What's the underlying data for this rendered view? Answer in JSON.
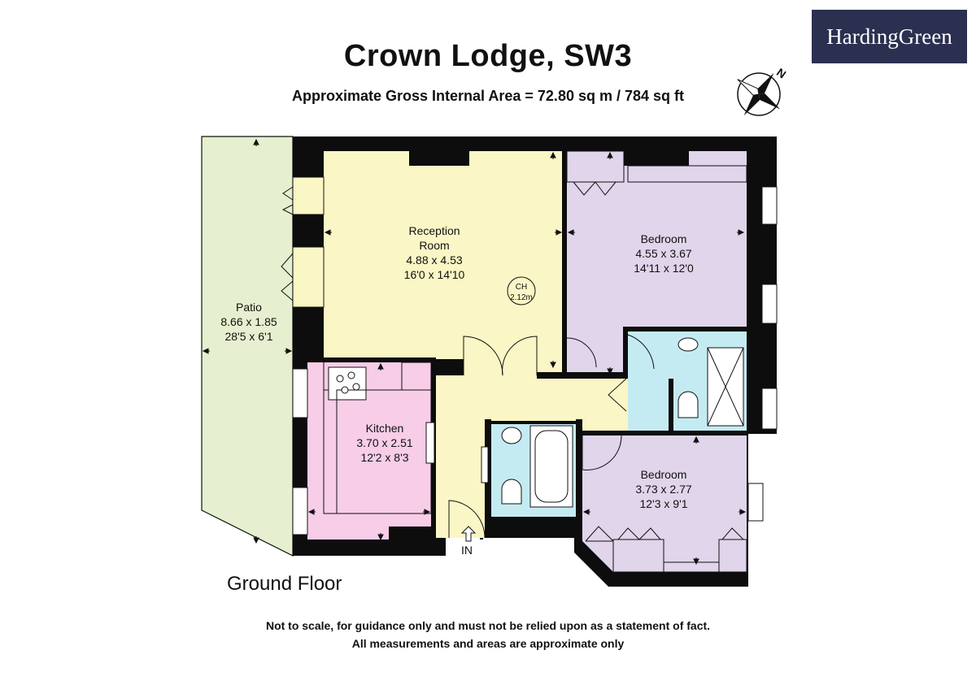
{
  "title": "Crown Lodge, SW3",
  "subtitle": "Approximate Gross Internal Area = 72.80 sq m / 784 sq ft",
  "brand": "HardingGreen",
  "compass_label": "N",
  "floor_label": "Ground Floor",
  "entrance_label": "IN",
  "ceiling": {
    "label": "CH",
    "height": "2.12m"
  },
  "rooms": {
    "patio": {
      "name": "Patio",
      "metric": "8.66 x 1.85",
      "imperial": "28'5 x 6'1"
    },
    "reception": {
      "name_line1": "Reception",
      "name_line2": "Room",
      "metric": "4.88 x 4.53",
      "imperial": "16'0 x 14'10"
    },
    "bedroom1": {
      "name": "Bedroom",
      "metric": "4.55 x 3.67",
      "imperial": "14'11 x 12'0"
    },
    "kitchen": {
      "name": "Kitchen",
      "metric": "3.70 x 2.51",
      "imperial": "12'2 x 8'3"
    },
    "bedroom2": {
      "name": "Bedroom",
      "metric": "3.73 x 2.77",
      "imperial": "12'3 x 9'1"
    }
  },
  "colors": {
    "wall": "#0d0d0d",
    "patio": "#e6efcf",
    "reception": "#fbf6c5",
    "bedroom": "#e0d5ea",
    "kitchen": "#f7cde8",
    "bathroom": "#c5ebf2",
    "brand_bg": "#2b3050"
  },
  "disclaimer": {
    "line1": "Not to scale, for guidance only and must not be relied upon as a statement of fact.",
    "line2": "All measurements and areas are approximate only"
  }
}
